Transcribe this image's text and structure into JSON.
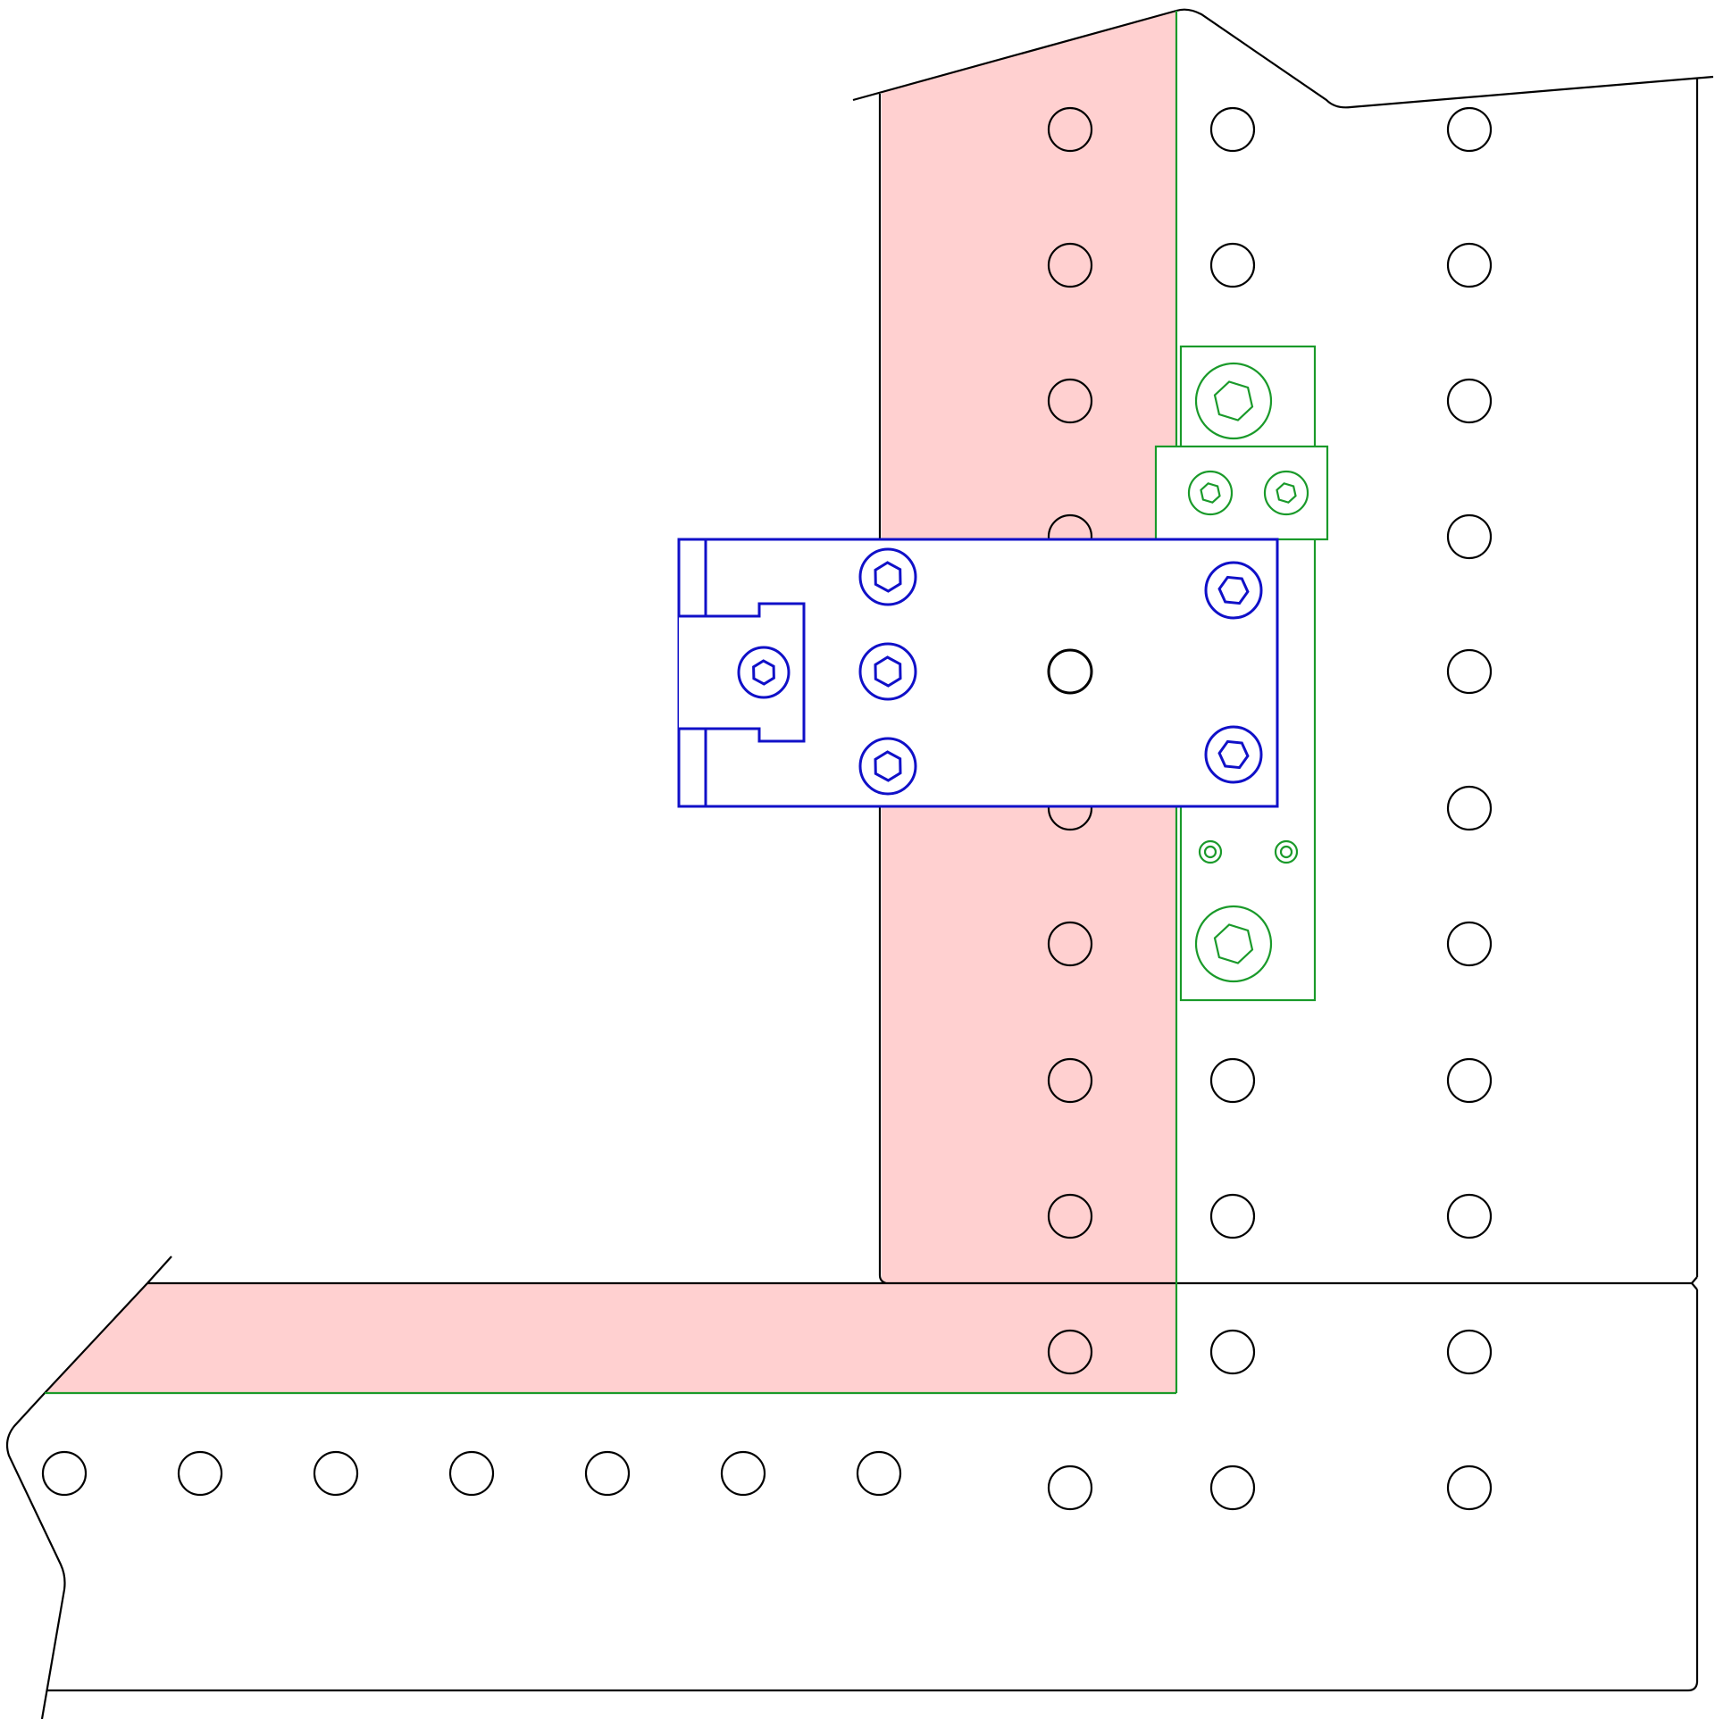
{
  "colors": {
    "background": "#ffffff",
    "outline": "#000000",
    "highlight_fill": "#ffd0d0",
    "edge_green": "#1a9a2a",
    "clamp_blue": "#1010c8"
  },
  "parts": {
    "base_plate": {
      "name": "base-plate",
      "hole_rows": 2,
      "hole_count": 10
    },
    "upright_plate": {
      "name": "upright-plate",
      "hole_columns": 3
    },
    "blue_clamp": {
      "name": "blue-clamp",
      "screw_count": 6
    },
    "green_bracket": {
      "name": "green-bracket",
      "screw_count": 6
    }
  },
  "icons": {
    "hole": "circle-hole-icon",
    "hex_screw": "hex-socket-screw-icon"
  }
}
